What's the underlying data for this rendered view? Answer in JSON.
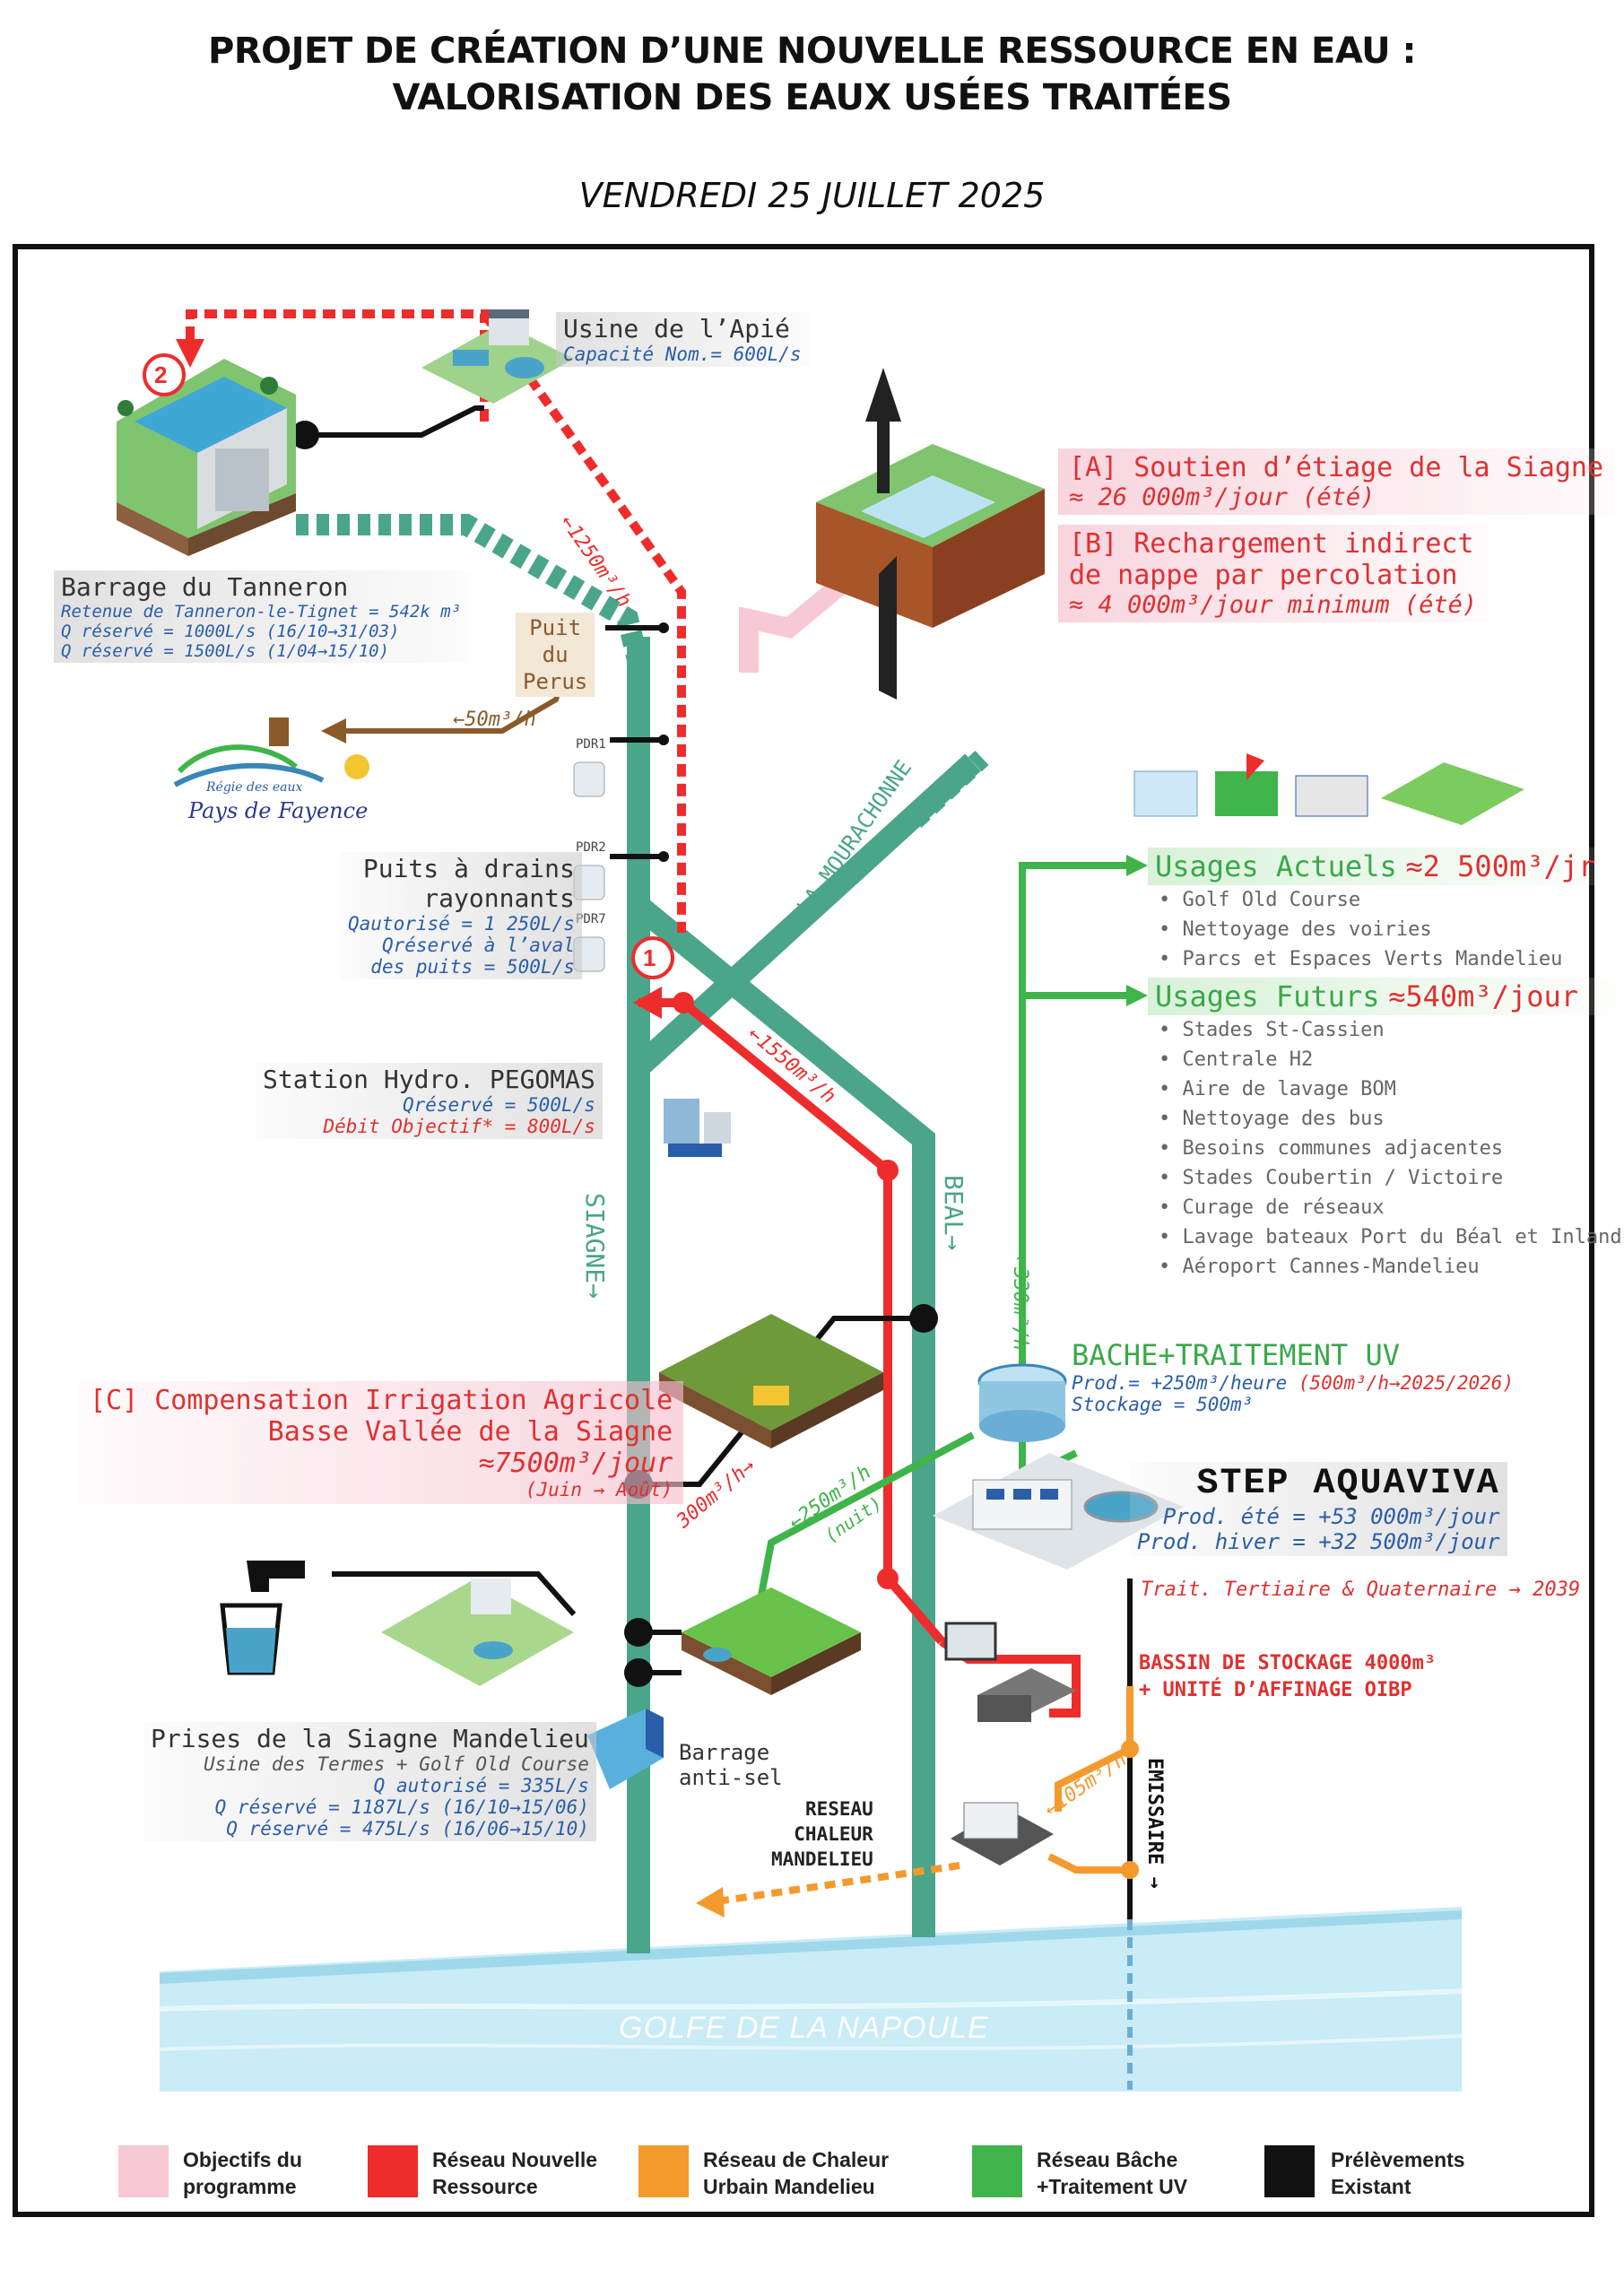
{
  "header": {
    "title_line1": "PROJET DE CRÉATION D’UNE NOUVELLE RESSOURCE EN EAU :",
    "title_line2": "VALORISATION DES EAUX USÉES TRAITÉES",
    "date": "VENDREDI 25 JUILLET 2025"
  },
  "markers": {
    "m1": "1",
    "m2": "2"
  },
  "usine_apie": {
    "name": "Usine de l’Apié",
    "capacity": "Capacité Nom.= 600L/s"
  },
  "barrage_tanneron": {
    "name": "Barrage du Tanneron",
    "line1": "Retenue de Tanneron-le-Tignet = 542k m³",
    "line2": "Q réservé  = 1000L/s (16/10→31/03)",
    "line3": "Q réservé = 1500L/s (1/04→15/10)"
  },
  "puit_perus": {
    "line1": "Puit",
    "line2": "du",
    "line3": "Perus"
  },
  "fayence": {
    "line1": "Régie des eaux",
    "line2": "Pays de Fayence"
  },
  "flows": {
    "f1250": "←1250m³/h",
    "f50": "←50m³/h",
    "f1550": "←1550m³/h",
    "f330": "←330m³/h",
    "f300": "300m³/h→",
    "f250": "←250m³/h",
    "f250b": "(nuit)",
    "f105": "←105m³/h"
  },
  "objectives": {
    "a_title": "[A] Soutien d’étiage de la Siagne",
    "a_value": "≈ 26 000m³/jour (été)",
    "b_title1": "[B] Rechargement indirect",
    "b_title2": "de nappe par percolation",
    "b_value": "≈ 4 000m³/jour minimum (été)",
    "c_title1": "[C] Compensation Irrigation Agricole",
    "c_title2": "Basse Vallée de la Siagne",
    "c_value": "≈7500m³/jour",
    "c_period": "(Juin → Août)"
  },
  "pdr": {
    "p1": "PDR1",
    "p2": "PDR2",
    "p7": "PDR7"
  },
  "puits_drains": {
    "title1": "Puits à drains",
    "title2": "rayonnants",
    "line1": "Qautorisé = 1 250L/s",
    "line2": "Qréservé à l’aval",
    "line3": "des puits = 500L/s"
  },
  "mourachonne": "←LA MOURACHONNE",
  "usages_actuels": {
    "title": "Usages Actuels",
    "value": "≈2 500m³/jr",
    "items": [
      "Golf Old Course",
      "Nettoyage des voiries",
      "Parcs et Espaces Verts Mandelieu"
    ]
  },
  "usages_futurs": {
    "title": "Usages Futurs",
    "value": "≈540m³/jour",
    "items": [
      "Stades St-Cassien",
      "Centrale H2",
      "Aire de lavage BOM",
      "Nettoyage des bus",
      "Besoins communes adjacentes",
      "Stades Coubertin / Victoire",
      "Curage de réseaux",
      "Lavage bateaux Port du Béal et Inland",
      "Aéroport Cannes-Mandelieu"
    ]
  },
  "pegomas": {
    "name": "Station Hydro. PEGOMAS",
    "line1": "Qréservé = 500L/s",
    "line2": "Débit Objectif* = 800L/s"
  },
  "rivers": {
    "siagne": "SIAGNE→",
    "beal": "BEAL→"
  },
  "bache": {
    "title": "BACHE+TRAITEMENT UV",
    "prod": "Prod.= +250m³/heure",
    "prod_red": "(500m³/h→2025/2026)",
    "stock": "Stockage = 500m³"
  },
  "step": {
    "title": "STEP AQUAVIVA",
    "ete": "Prod. été = +53 000m³/jour",
    "hiver": "Prod. hiver = +32 500m³/jour",
    "trait": "Trait. Tertiaire & Quaternaire → 2039"
  },
  "bassin": {
    "line1": "BASSIN DE STOCKAGE 4000m³",
    "line2": "+ UNITÉ D’AFFINAGE OIBP"
  },
  "prises": {
    "name": "Prises de la Siagne Mandelieu",
    "line1": "Usine des Termes + Golf Old Course",
    "line2": "Q autorisé = 335L/s",
    "line3": "Q réservé = 1187L/s (16/10→15/06)",
    "line4": "Q réservé = 475L/s (16/06→15/10)"
  },
  "barrage_antisel": {
    "line1": "Barrage",
    "line2": "anti-sel"
  },
  "reseau_chaleur": {
    "line1": "RESEAU",
    "line2": "CHALEUR",
    "line3": "MANDELIEU"
  },
  "emissaire": "EMISSAIRE →",
  "golfe": "GOLFE DE LA NAPOULE",
  "legend": [
    {
      "line1": "Objectifs du",
      "line2": "programme",
      "color": "#f7c9d4"
    },
    {
      "line1": "Réseau Nouvelle",
      "line2": "Ressource",
      "color": "#ee2c2c"
    },
    {
      "line1": "Réseau de Chaleur",
      "line2": "Urbain Mandelieu",
      "color": "#f49a2c"
    },
    {
      "line1": "Réseau Bâche",
      "line2": "+Traitement UV",
      "color": "#3fb44a"
    },
    {
      "line1": "Prélèvements",
      "line2": "Existant",
      "color": "#111111"
    }
  ],
  "colors": {
    "siagne": "#4aa58a",
    "red": "#ee2c2c",
    "green": "#3fb44a",
    "orange": "#f49a2c",
    "pink": "#f7c9d4",
    "sea": "#bfe8f4"
  }
}
